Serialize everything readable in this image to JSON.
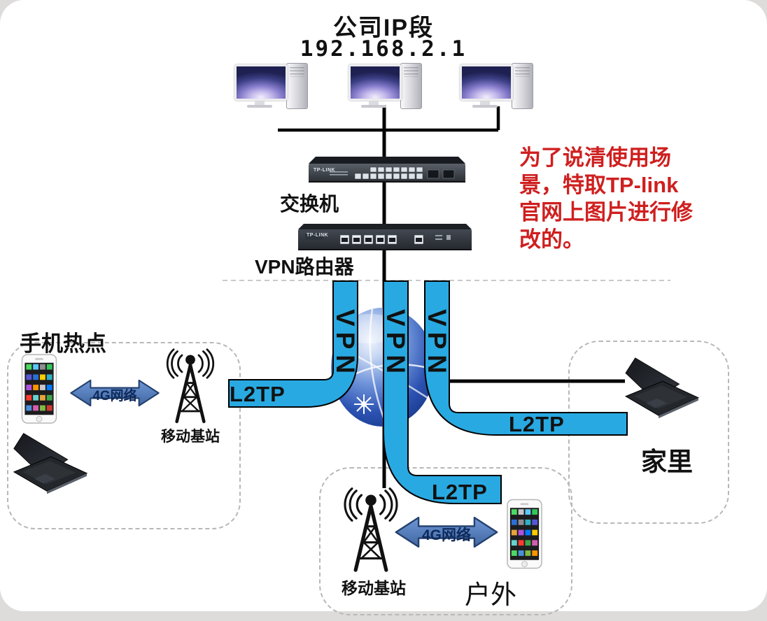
{
  "colors": {
    "tube-blue": "#29a9e1",
    "arrow-blue": "#5b84c8",
    "arrow-border": "#23406e",
    "arrow-text": "#0e2a5a",
    "note-red": "#cf1f1f"
  },
  "header": {
    "title": "公司IP段",
    "ip": "192.168.2.1"
  },
  "note": {
    "text": "为了说清使用场\n景，特取TP-link\n官网上图片进行修\n改的。"
  },
  "network": {
    "switch": {
      "label": "交换机",
      "brand": "TP-LINK"
    },
    "router": {
      "label": "VPN路由器",
      "brand": "TP-LINK"
    },
    "tunnel": {
      "vpn": "VPN",
      "l2tp": "L2TP"
    }
  },
  "zones": {
    "hotspot": {
      "title": "手机热点",
      "arrow": "4G网络",
      "tower": "移动基站"
    },
    "home": {
      "title": "家里"
    },
    "outdoor": {
      "title": "户外",
      "arrow": "4G网络",
      "tower": "移动基站"
    }
  }
}
